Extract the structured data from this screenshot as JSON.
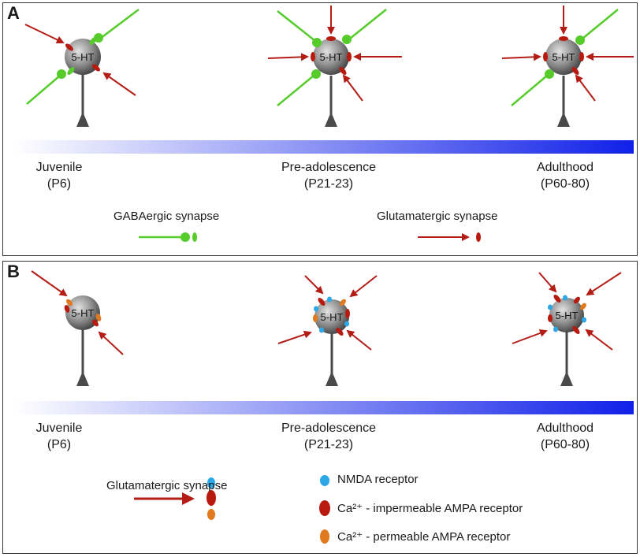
{
  "panel_a": {
    "letter": "A",
    "stages": [
      {
        "name": "Juvenile",
        "age": "(P6)"
      },
      {
        "name": "Pre-adolescence",
        "age": "(P21-23)"
      },
      {
        "name": "Adulthood",
        "age": "(P60-80)"
      }
    ],
    "legend": {
      "gaba": "GABAergic synapse",
      "glutamate": "Glutamatergic synapse"
    }
  },
  "panel_b": {
    "letter": "B",
    "stages": [
      {
        "name": "Juvenile",
        "age": "(P6)"
      },
      {
        "name": "Pre-adolescence",
        "age": "(P21-23)"
      },
      {
        "name": "Adulthood",
        "age": "(P60-80)"
      }
    ],
    "legend": {
      "glutamate": "Glutamatergic synapse",
      "nmda": "NMDA receptor",
      "impermeable": "Ca²⁺ - impermeable AMPA receptor",
      "permeable": "Ca²⁺ - permeable AMPA receptor"
    }
  },
  "neuron_label": "5-HT",
  "colors": {
    "gaba": "#55cc2a",
    "glutamate_arrow": "#b31d16",
    "nmda": "#2ca8e8",
    "ampa_impermeable": "#b81a10",
    "ampa_permeable": "#e07a1e",
    "bar_end": "#1020e8"
  }
}
